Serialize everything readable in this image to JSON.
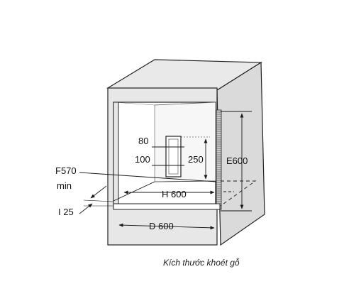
{
  "colors": {
    "cabinet_face": "#e7e7e7",
    "cabinet_side": "#dadada",
    "cabinet_top": "#e9e9e9",
    "interior_back": "#f7f7f7",
    "stroke": "#222222",
    "dim_line": "#1a1a1a"
  },
  "labels": {
    "d80": "80",
    "d100": "100",
    "d250": "250",
    "e600": "E600",
    "f570": "F570",
    "f570_min": "min",
    "h600": "H 600",
    "i25": "I 25",
    "d600": "D 600"
  },
  "caption": "Kích thước khoét gỗ"
}
